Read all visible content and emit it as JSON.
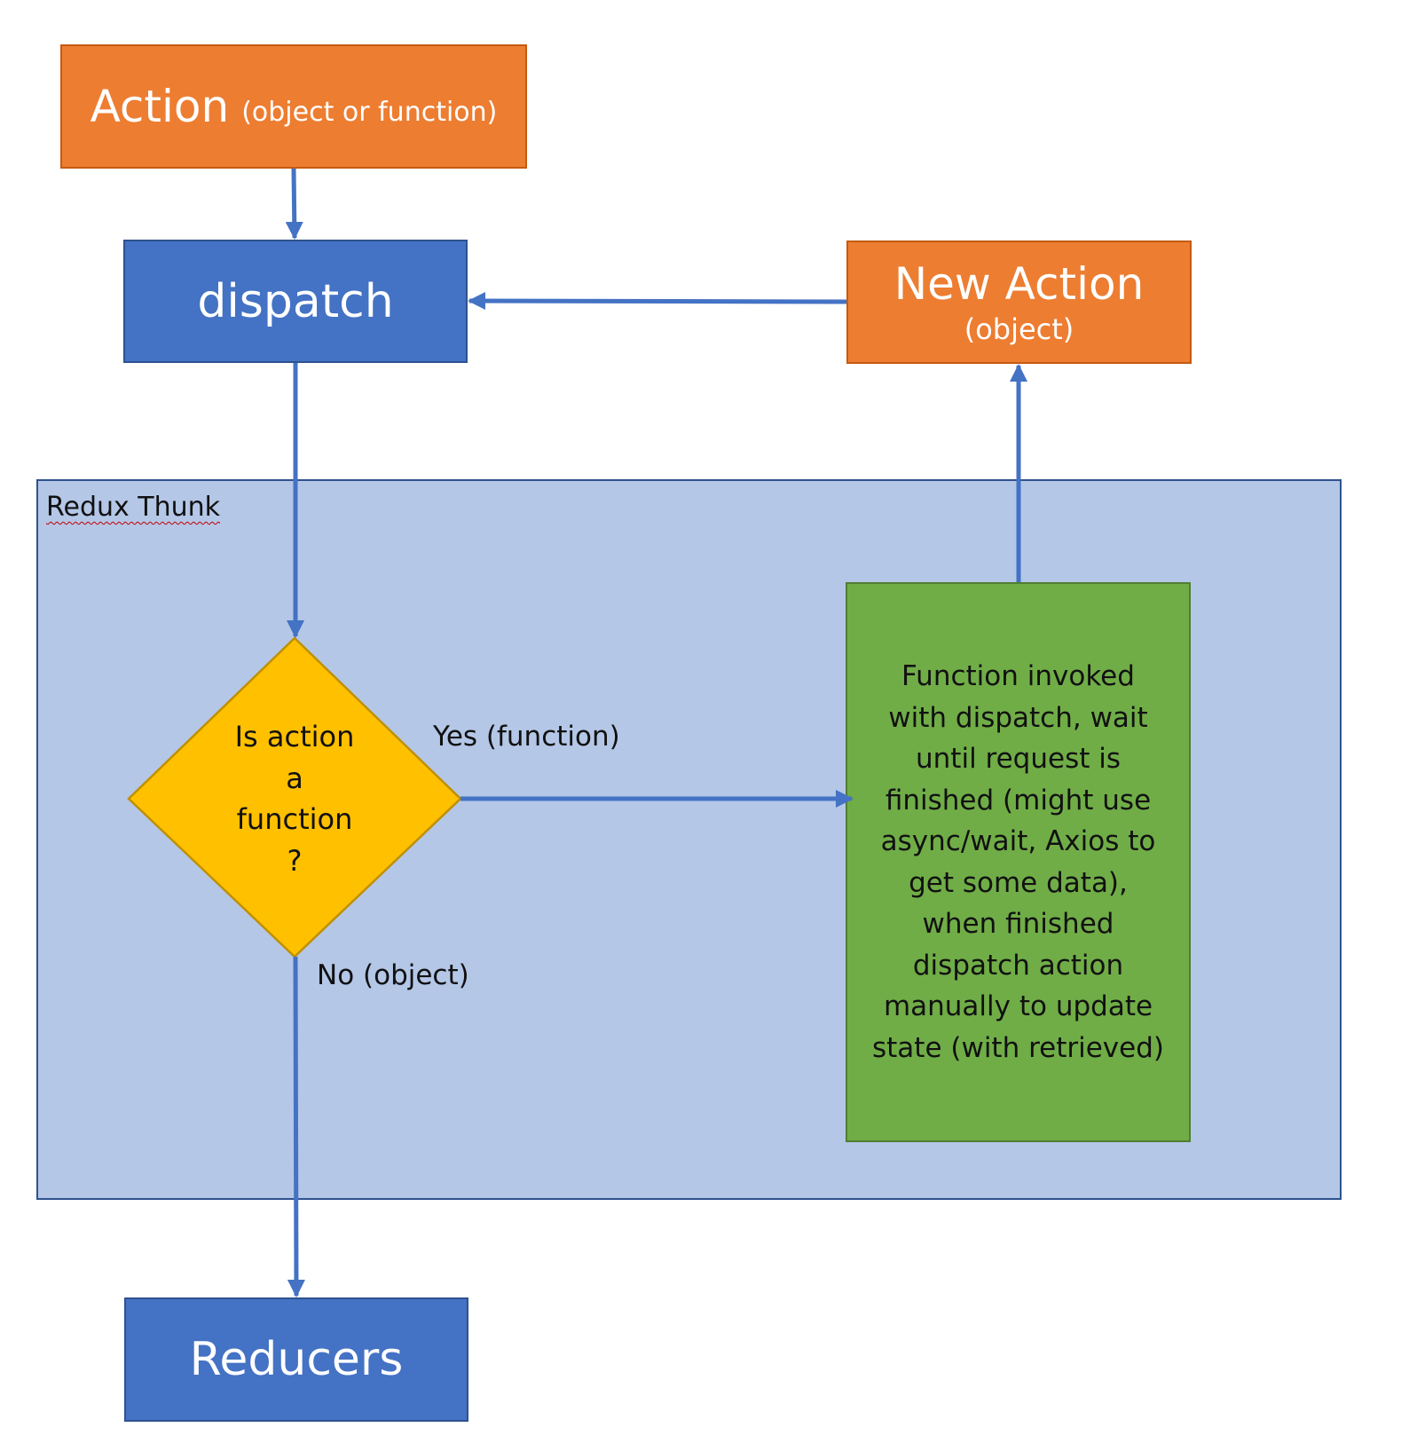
{
  "action": {
    "title": "Action",
    "subtitle": "(object or function)"
  },
  "dispatch": {
    "label": "dispatch"
  },
  "new_action": {
    "title": "New Action",
    "subtitle": "(object)"
  },
  "region": {
    "label": "Redux Thunk"
  },
  "decision": {
    "lines": [
      "Is action",
      "a",
      "function",
      "?"
    ]
  },
  "yes_label": "Yes (function)",
  "no_label": "No (object)",
  "thunk_box": {
    "lines": [
      "Function invoked",
      "with dispatch, wait",
      "until request is",
      "finished (might use",
      "async/wait, Axios to",
      "get some data),",
      "when finished",
      "dispatch action",
      "manually to update",
      "state (with retrieved)"
    ]
  },
  "reducers": {
    "label": "Reducers"
  },
  "colors": {
    "orange": "#ED7D31",
    "blue": "#4472C4",
    "yellow": "#FFC000",
    "green": "#70AD47",
    "region": "#B4C7E7",
    "arrow": "#4472C4"
  }
}
